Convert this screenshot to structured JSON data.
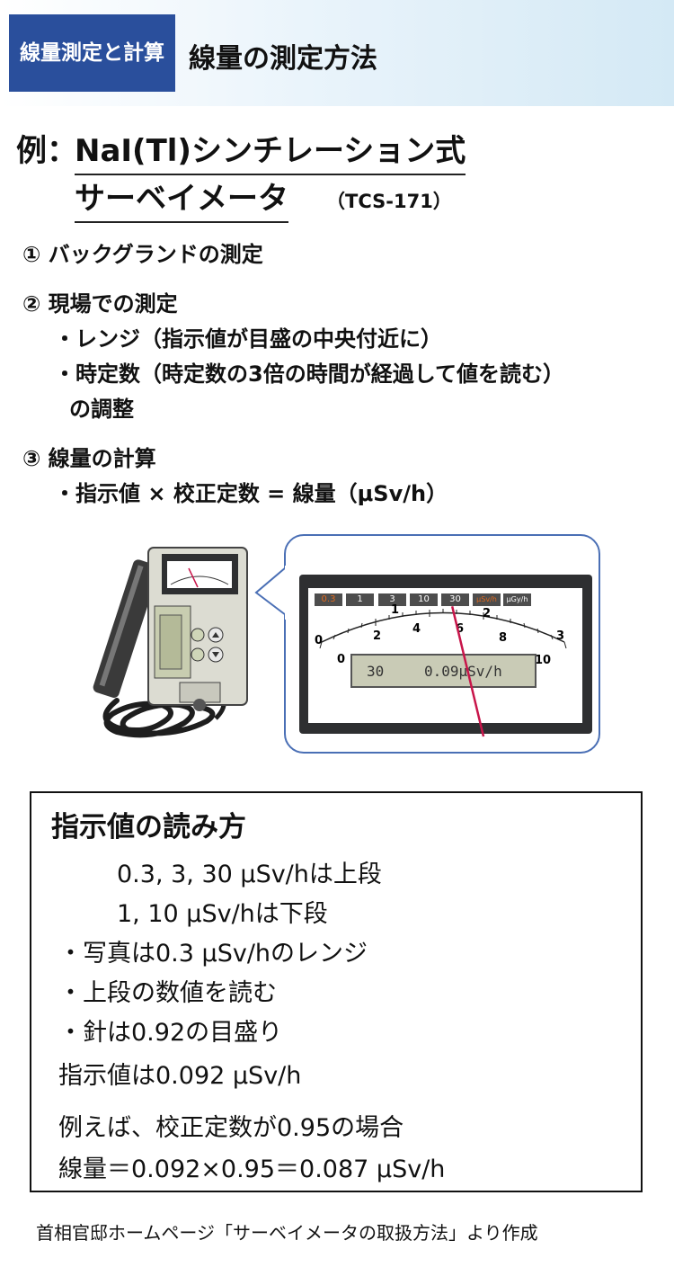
{
  "header": {
    "badge": "線量測定と計算",
    "title": "線量の測定方法"
  },
  "example": {
    "label": "例：",
    "line1": "NaI(Tl)シンチレーション式",
    "line2": "サーベイメータ",
    "model": "（TCS-171）"
  },
  "steps": {
    "s1": "① バックグランドの測定",
    "s2": "② 現場での測定",
    "s2a": "・レンジ（指示値が目盛の中央付近に）",
    "s2b": "・時定数（時定数の3倍の時間が経過して値を読む）",
    "s2b_cont": "の調整",
    "s3": "③ 線量の計算",
    "s3a": "・指示値 × 校正定数 = 線量（μSv/h）"
  },
  "meter": {
    "ranges": [
      "0.3",
      "1",
      "3",
      "10",
      "30",
      "μSv/h",
      "μGy/h"
    ],
    "upper_scale": [
      "0",
      "1",
      "2",
      "3"
    ],
    "lower_scale": [
      "0",
      "2",
      "4",
      "6",
      "8",
      "10"
    ],
    "lcd_value": "30",
    "lcd_reading": "0.09μSv/h",
    "needle_value": 0.92,
    "colors": {
      "needle": "#c8154a",
      "selected_range": "#e06a1e",
      "bubble_border": "#4a6fb5"
    }
  },
  "reading": {
    "title": "指示値の読み方",
    "lines": [
      "0.3, 3, 30 μSv/hは上段",
      "1, 10 μSv/hは下段",
      "・写真は0.3 μSv/hのレンジ",
      "・上段の数値を読む",
      "・針は0.92の目盛り",
      "指示値は0.092 μSv/h",
      "例えば、校正定数が0.95の場合",
      "線量＝0.092×0.95＝0.087 μSv/h"
    ]
  },
  "source": "首相官邸ホームページ「サーベイメータの取扱方法」より作成"
}
